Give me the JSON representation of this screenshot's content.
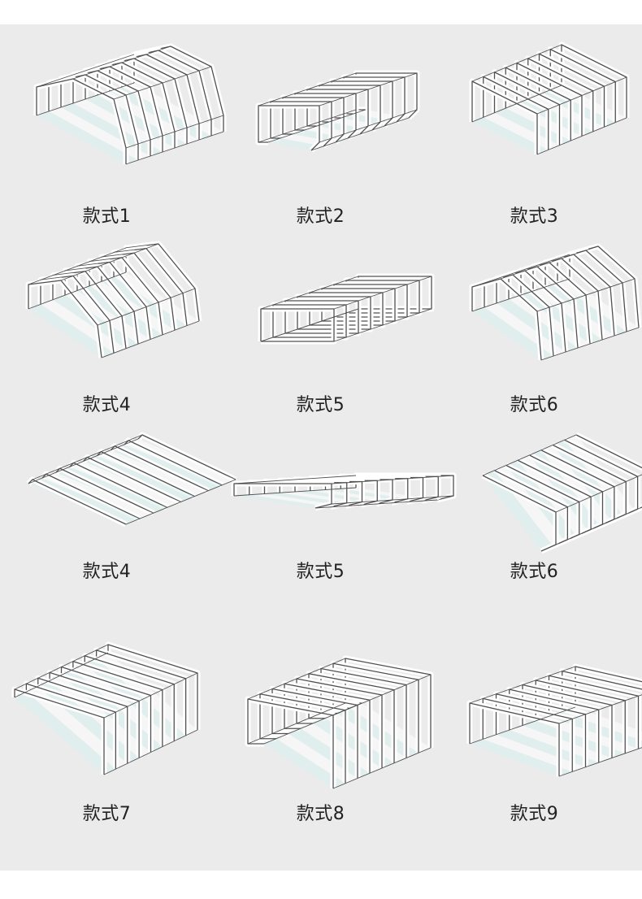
{
  "colors": {
    "background": "#ebebeb",
    "page": "#ffffff",
    "outline": "#505050",
    "face": "#ffffff",
    "tint": "#d8f0f0"
  },
  "items": [
    {
      "label": "款式1",
      "icon": "arched-bellows-cover"
    },
    {
      "label": "款式2",
      "icon": "c-channel-bellows-cover"
    },
    {
      "label": "款式3",
      "icon": "l-shape-bellows-cover"
    },
    {
      "label": "款式4",
      "icon": "gable-roof-bellows-cover"
    },
    {
      "label": "款式5",
      "icon": "box-frame-bellows-cover"
    },
    {
      "label": "款式6",
      "icon": "hipped-roof-bellows-cover"
    },
    {
      "label": "款式4",
      "icon": "flat-strip-bellows-cover"
    },
    {
      "label": "款式5",
      "icon": "low-profile-bellows-cover"
    },
    {
      "label": "款式6",
      "icon": "hook-edge-bellows-cover"
    },
    {
      "label": "款式7",
      "icon": "inverted-l-bellows-cover"
    },
    {
      "label": "款式8",
      "icon": "c-channel-flange-bellows-cover"
    },
    {
      "label": "款式9",
      "icon": "u-shape-bellows-cover"
    }
  ]
}
